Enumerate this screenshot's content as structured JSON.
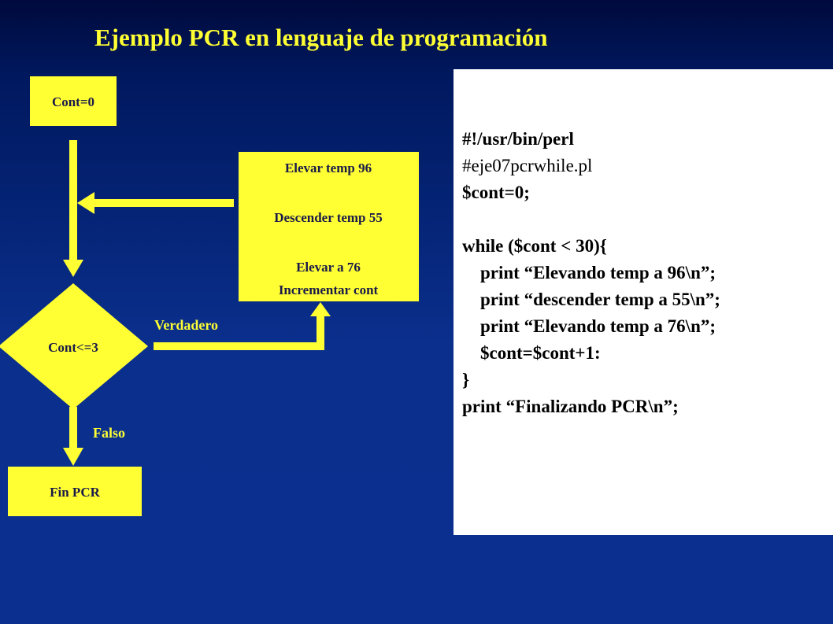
{
  "slide": {
    "title": "Ejemplo PCR en lenguaje de programación"
  },
  "colors": {
    "background": "#0b2f8f",
    "accent_yellow": "#ffff33",
    "node_fill": "#ffff33",
    "node_text": "#1a1a4a",
    "code_background": "#ffffff",
    "code_text": "#000000"
  },
  "flowchart": {
    "start_node": {
      "label": "Cont=0"
    },
    "loop_body_node": {
      "lines": [
        "Elevar temp 96",
        "Descender temp 55",
        "Elevar a 76",
        "Incrementar cont"
      ]
    },
    "condition_node": {
      "label": "Cont<=3"
    },
    "end_node": {
      "label": "Fin PCR"
    },
    "true_label": "Verdadero",
    "false_label": "Falso"
  },
  "code": {
    "lines": [
      {
        "text": "#!/usr/bin/perl",
        "bold": true
      },
      {
        "text": "#eje07pcrwhile.pl",
        "bold": false
      },
      {
        "text": "$cont=0;",
        "bold": true
      },
      {
        "text": "",
        "bold": true
      },
      {
        "text": "while ($cont < 30){",
        "bold": true
      },
      {
        "text": "    print “Elevando temp a 96\\n”;",
        "bold": true
      },
      {
        "text": "    print “descender temp a 55\\n”;",
        "bold": true
      },
      {
        "text": "    print “Elevando temp a 76\\n”;",
        "bold": true
      },
      {
        "text": "    $cont=$cont+1:",
        "bold": true
      },
      {
        "text": "}",
        "bold": true
      },
      {
        "text": "print “Finalizando PCR\\n”;",
        "bold": true
      }
    ]
  }
}
